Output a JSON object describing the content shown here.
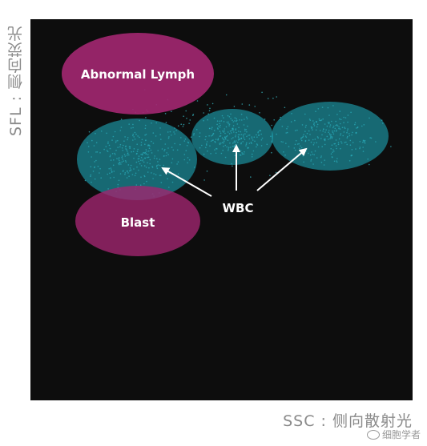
{
  "axes": {
    "ylabel": "SFL : 侧向荧光",
    "xlabel": "SSC : 侧向散射光"
  },
  "watermark": "细胞学者",
  "colors": {
    "background": "#0d0d0d",
    "wbc": "#1fa3b3",
    "abnormal": "#a0266f",
    "text": "#ffffff",
    "axis_label": "#8a8a8a"
  },
  "chart_data": {
    "type": "scatter",
    "title": "",
    "xlabel": "SSC : 侧向散射光",
    "ylabel": "SFL : 侧向荧光",
    "grid": false,
    "populations": [
      {
        "name": "Abnormal Lymph",
        "label_shown": true,
        "color": "#a0266f",
        "x_center": 0.28,
        "y_center": 0.84
      },
      {
        "name": "Blast",
        "label_shown": true,
        "color": "#a0266f",
        "x_center": 0.28,
        "y_center": 0.47
      },
      {
        "name": "WBC",
        "label_shown": false,
        "color": "#1fa3b3",
        "x_center": 0.28,
        "y_center": 0.63
      },
      {
        "name": "WBC",
        "label_shown": false,
        "color": "#1fa3b3",
        "x_center": 0.53,
        "y_center": 0.69
      },
      {
        "name": "WBC",
        "label_shown": false,
        "color": "#1fa3b3",
        "x_center": 0.78,
        "y_center": 0.7
      }
    ],
    "annotations": [
      {
        "text": "Abnormal Lymph"
      },
      {
        "text": "Blast"
      },
      {
        "text": "WBC",
        "arrows_to": 3
      }
    ]
  }
}
